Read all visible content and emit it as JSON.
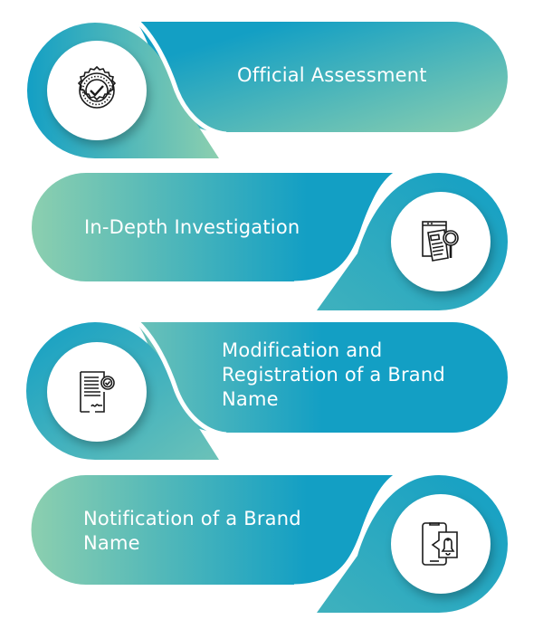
{
  "colors": {
    "teal_dark": "#139fc4",
    "mint": "#8ccfaf",
    "white": "#ffffff",
    "icon_stroke": "#1a1a1a"
  },
  "steps": [
    {
      "label": "Official Assessment",
      "icon": "certificate-badge-check-icon",
      "side": "left"
    },
    {
      "label": "In-Depth Investigation",
      "icon": "document-magnifier-icon",
      "side": "right"
    },
    {
      "label": "Modification and Registration of a Brand Name",
      "line1": "Modification and",
      "line2": "Registration of a Brand",
      "line3": "Name",
      "icon": "signed-document-check-icon",
      "side": "left"
    },
    {
      "label": "Notification of a Brand Name",
      "line1": "Notification of a Brand",
      "line2": "Name",
      "icon": "phone-bell-notification-icon",
      "side": "right"
    }
  ]
}
